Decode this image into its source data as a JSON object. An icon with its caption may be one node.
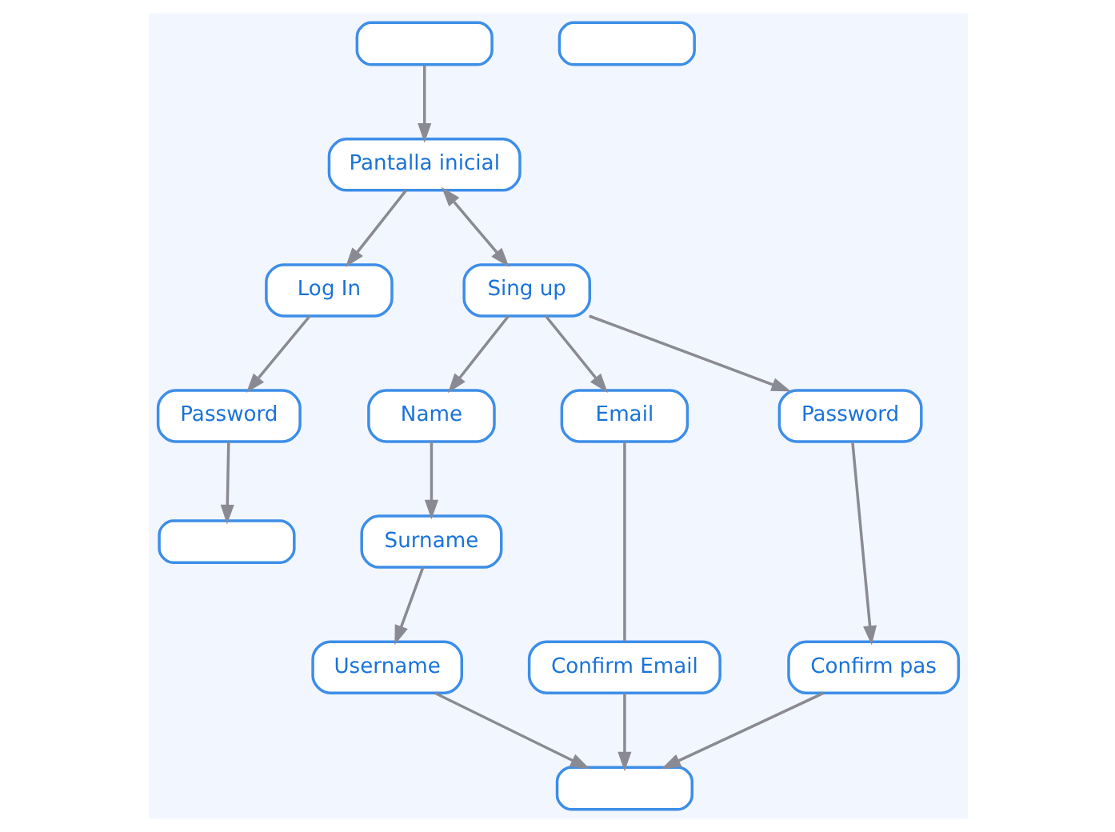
{
  "diagram": {
    "nodes": [
      {
        "text": [],
        "shape": "box"
      },
      {
        "text": [
          "Pantalla inicial"
        ]
      },
      {
        "text": [
          "Log In"
        ]
      },
      {
        "text": [
          "Password"
        ]
      },
      {
        "text": [
          "Sing up"
        ]
      },
      {
        "text": [
          "Name"
        ]
      },
      {
        "text": [
          "Email"
        ]
      },
      {
        "text": [
          "Password"
        ]
      },
      {
        "text": [
          "Surname"
        ]
      },
      {
        "text": [
          "Confirm Email"
        ]
      },
      {
        "text": [
          "Confirm pas"
        ]
      },
      {
        "text": [
          "Username"
        ]
      },
      {
        "text": [],
        "shape": "box"
      },
      {
        "text": [],
        "shape": "box"
      },
      {
        "text": [],
        "shape": "box"
      }
    ],
    "edges": [
      {
        "from": 0,
        "to": 1,
        "arrow": "to"
      },
      {
        "from": 1,
        "to": 2,
        "arrow": "to"
      },
      {
        "from": 1,
        "to": 4,
        "arrow": "both"
      },
      {
        "from": 2,
        "to": 3,
        "arrow": "to"
      },
      {
        "from": 3,
        "to": 12,
        "arrow": "to"
      },
      {
        "from": 4,
        "to": 5,
        "arrow": "to"
      },
      {
        "from": 4,
        "to": 6,
        "arrow": "to"
      },
      {
        "from": 4,
        "to": 7,
        "arrow": "to"
      },
      {
        "from": 5,
        "to": 8,
        "arrow": "to"
      },
      {
        "from": 6,
        "to": 9,
        "arrow": "none"
      },
      {
        "from": 7,
        "to": 10,
        "arrow": "to"
      },
      {
        "from": 8,
        "to": 11,
        "arrow": "to"
      },
      {
        "from": 11,
        "to": 14,
        "arrow": "to"
      },
      {
        "from": 9,
        "to": 14,
        "arrow": "to"
      },
      {
        "from": 10,
        "to": 14,
        "arrow": "to"
      }
    ]
  }
}
